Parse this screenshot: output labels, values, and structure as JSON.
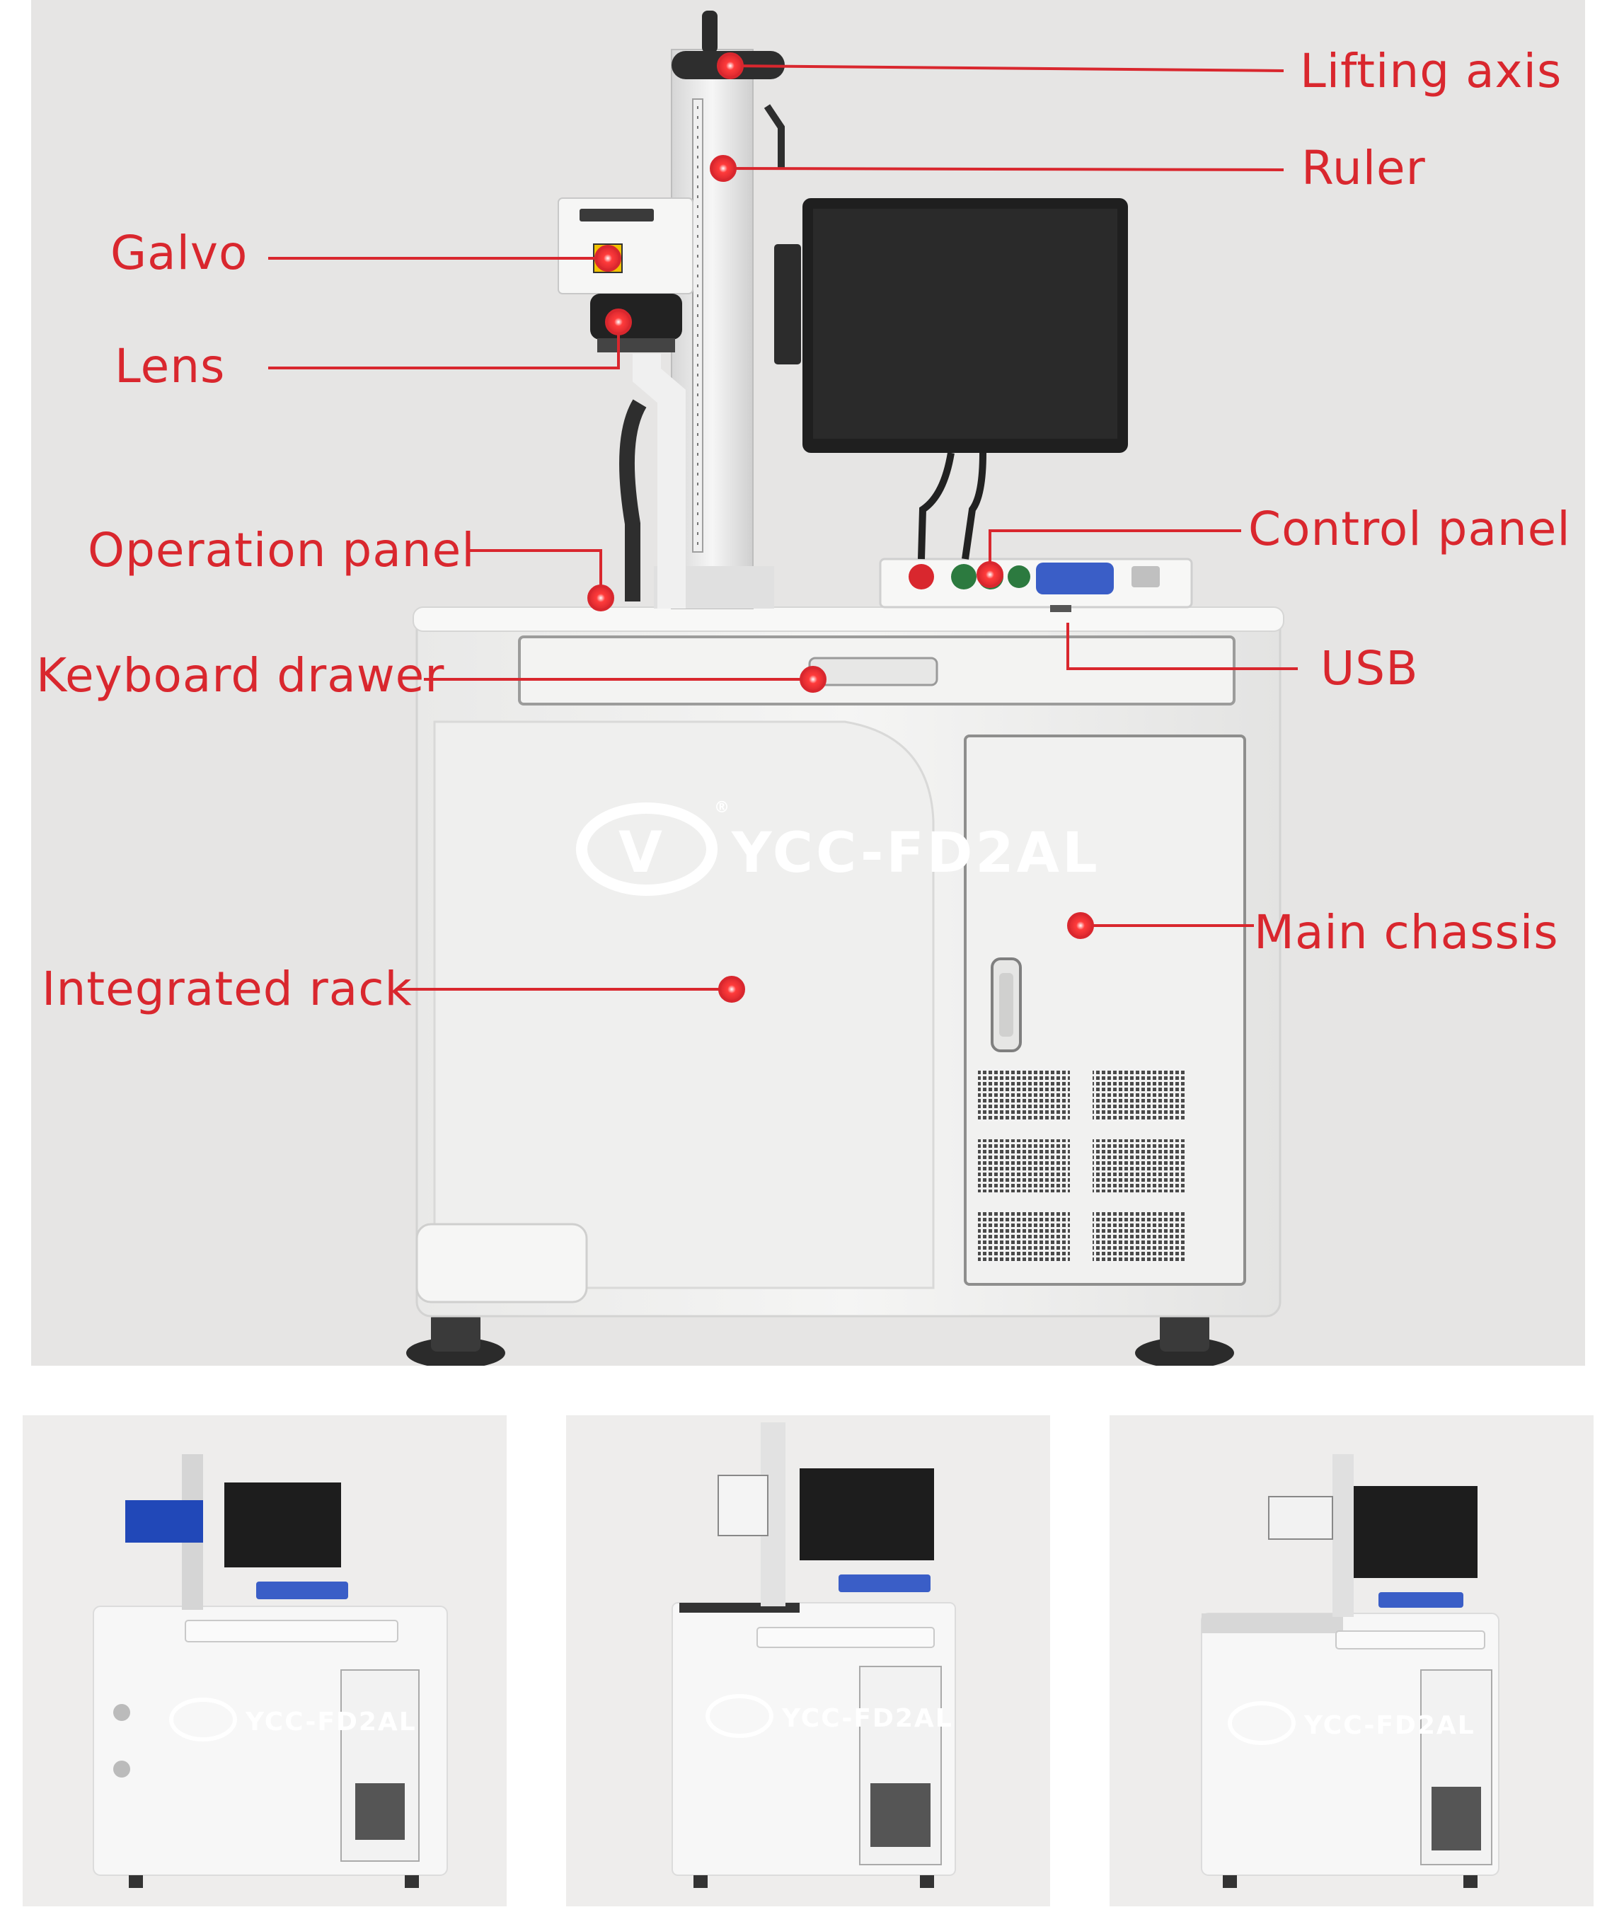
{
  "colors": {
    "accent_red": "#d9272e",
    "background": "#e6e5e4",
    "machine_white": "#f4f4f3"
  },
  "callouts": {
    "lifting_axis": "Lifting axis",
    "ruler": "Ruler",
    "galvo": "Galvo",
    "lens": "Lens",
    "operation_panel": "Operation panel",
    "control_panel": "Control panel",
    "keyboard_drawer": "Keyboard drawer",
    "usb": "USB",
    "main_chassis": "Main chassis",
    "integrated_rack": "Integrated rack"
  },
  "brand": {
    "logo_text": "YCC-FD2AL",
    "registered_mark": "®"
  },
  "thumbnails": [
    {
      "variant": "blue-galvo"
    },
    {
      "variant": "white-galvo"
    },
    {
      "variant": "compact-galvo"
    }
  ]
}
